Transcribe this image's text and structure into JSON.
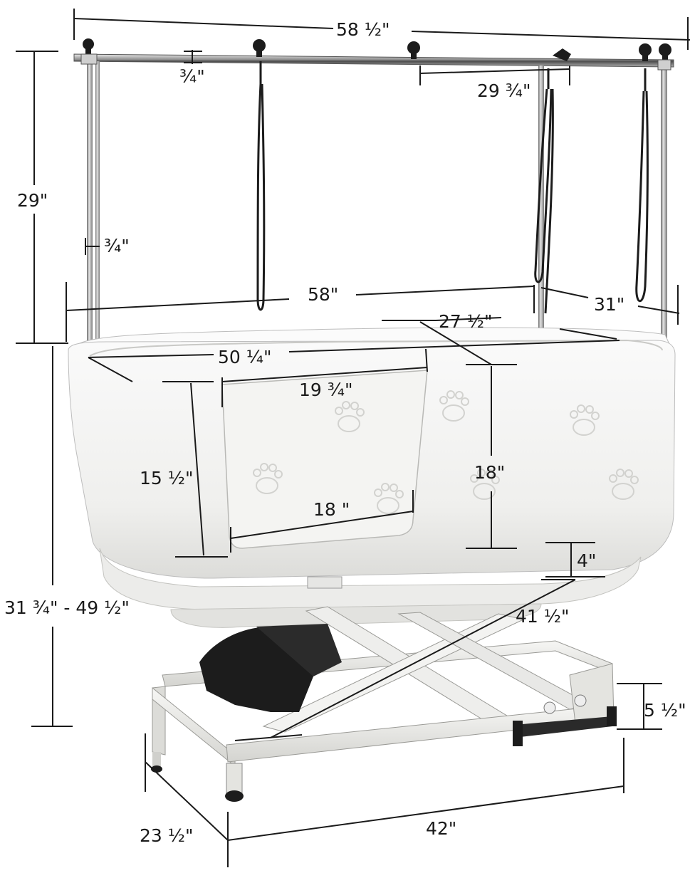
{
  "dimensions": {
    "rack_width": "58 ½\"",
    "bar_diameter_top": "¾\"",
    "hook_spacing": "29 ¾\"",
    "rack_height": "29\"",
    "post_diameter": "¾\"",
    "tub_length": "58\"",
    "tub_width": "31\"",
    "inner_width": "27 ½\"",
    "inner_length": "50 ¼\"",
    "door_top_width": "19 ¾\"",
    "door_height": "15 ½\"",
    "door_bottom_width": "18 \"",
    "tub_depth": "18\"",
    "base_lip": "4\"",
    "lift_arm": "41 ½\"",
    "overall_height": "31 ¾\" - 49 ½\"",
    "base_height": "5 ½\"",
    "base_depth": "23 ½\"",
    "base_length": "42\""
  },
  "colors": {
    "tub": "#f4f4f2",
    "tub_shadow": "#d9d9d6",
    "frame": "#f0f0ee",
    "chrome": "#9a9a9a",
    "motor": "#1c1c1c",
    "line": "#1a1a1a"
  }
}
